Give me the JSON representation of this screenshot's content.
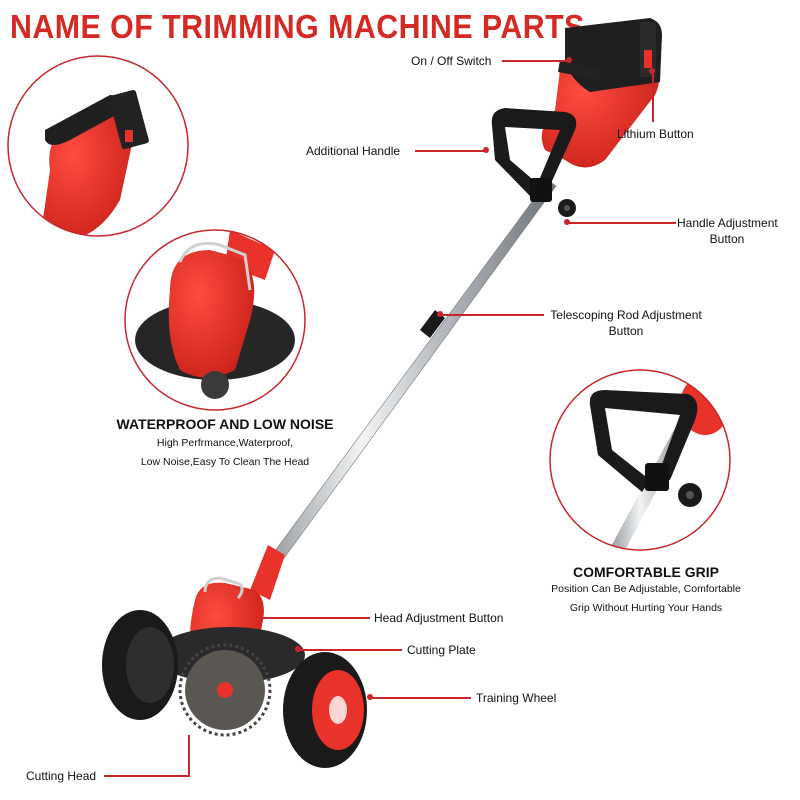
{
  "title": "NAME OF TRIMMING MACHINE PARTS",
  "colors": {
    "accent_red": "#d42a23",
    "leader_red": "#c8262a",
    "body_red": "#e8322a",
    "black": "#1a1a1a",
    "steel": "#c8ccd0"
  },
  "parts": [
    {
      "label": "On / Off Switch"
    },
    {
      "label": "Lithium Button"
    },
    {
      "label": "Additional Handle"
    },
    {
      "label": "Handle Adjustment",
      "label_line2": "Button"
    },
    {
      "label": "Telescoping Rod Adjustment",
      "label_line2": "Button"
    },
    {
      "label": "Head Adjustment Button"
    },
    {
      "label": "Cutting Plate"
    },
    {
      "label": "Training Wheel"
    },
    {
      "label": "Cutting Head"
    }
  ],
  "features": [
    {
      "heading": "WATERPROOF AND LOW NOISE",
      "lines": [
        "High Perfrmance,Waterproof,",
        "Low Noise,Easy To Clean The Head"
      ]
    },
    {
      "heading": "COMFORTABLE GRIP",
      "lines": [
        "Position Can Be Adjustable, Comfortable",
        "Grip Without Hurting Your Hands"
      ]
    }
  ],
  "insets": [
    {
      "name": "battery-handle-closeup"
    },
    {
      "name": "motor-head-closeup"
    },
    {
      "name": "grip-handle-closeup"
    }
  ]
}
